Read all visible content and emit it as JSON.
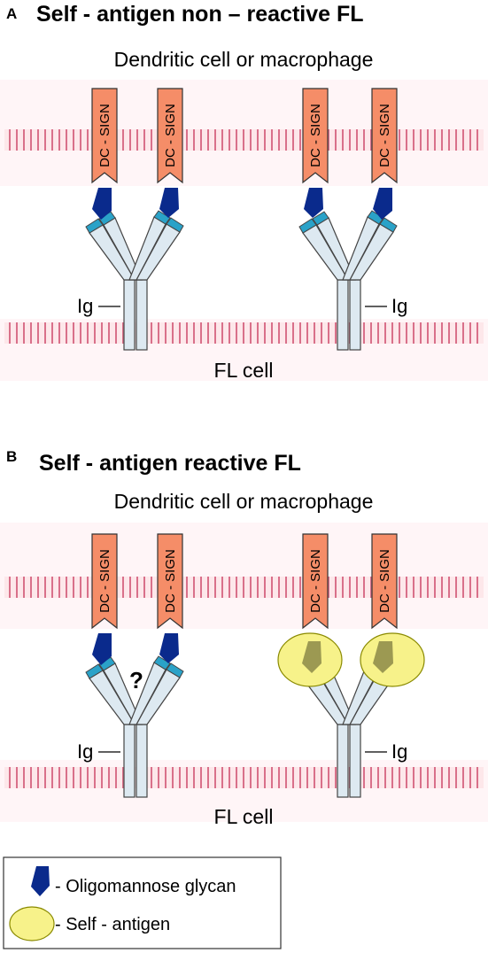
{
  "panels": [
    {
      "letter": "A",
      "title": "Self - antigen non – reactive FL",
      "top_cell_label": "Dendritic cell or macrophage",
      "bottom_cell_label": "FL cell",
      "receptor_label": "DC - SIGN",
      "ig_left_label": "Ig",
      "ig_right_label": "Ig",
      "question_mark": "",
      "right_pair_bound_antigen": false
    },
    {
      "letter": "B",
      "title": "Self - antigen reactive FL",
      "top_cell_label": "Dendritic cell or macrophage",
      "bottom_cell_label": "FL cell",
      "receptor_label": "DC - SIGN",
      "ig_left_label": "Ig",
      "ig_right_label": "Ig",
      "question_mark": "?",
      "right_pair_bound_antigen": true
    }
  ],
  "legend": {
    "glycan_label": "- Oligomannose glycan",
    "antigen_label": "- Self - antigen"
  },
  "colors": {
    "membrane_fill": "#fde7ea",
    "membrane_stripe": "#d9708a",
    "dc_sign_fill": "#f58d68",
    "glycan_fill": "#0a2a8c",
    "ig_fill": "#dde9f1",
    "ig_cdr_fill": "#2aa2c8",
    "antigen_fill": "#f7f28a",
    "antigen_stroke": "#8a8a00"
  }
}
